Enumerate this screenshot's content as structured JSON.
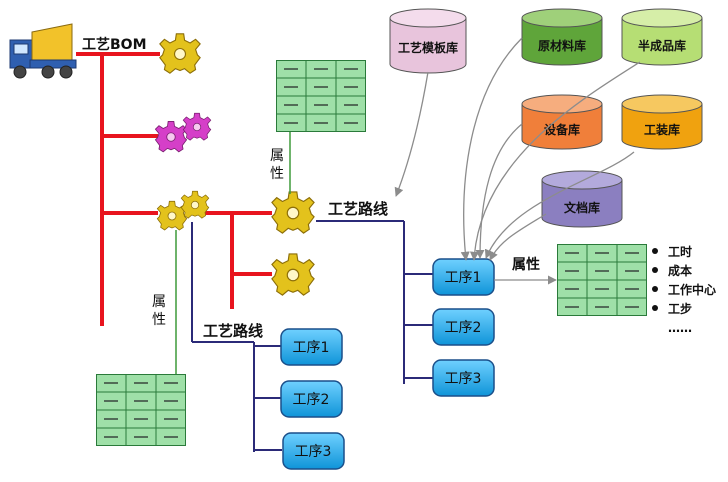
{
  "labels": {
    "bom": "工艺BOM",
    "route_main": "工艺路线",
    "route_sub": "工艺路线",
    "attr_upper": [
      "属",
      "性"
    ],
    "attr_lower": [
      "属",
      "性"
    ],
    "attr_proc": "属性"
  },
  "databases": {
    "template": "工艺模板库",
    "raw": "原材料库",
    "semi": "半成品库",
    "equipment": "设备库",
    "tooling": "工装库",
    "document": "文档库"
  },
  "processes_main": [
    "工序1",
    "工序2",
    "工序3"
  ],
  "processes_sub": [
    "工序1",
    "工序2",
    "工序3"
  ],
  "attributes": [
    "工时",
    "成本",
    "工作中心",
    "工步",
    "……"
  ],
  "colors": {
    "bom_line": "#e8141e",
    "route_line": "#2b2a78",
    "attr_line": "#3f9a3a",
    "process_fill": "#17a6e8",
    "process_stroke": "#1a4f8a",
    "table_fill": "#9fe0a8",
    "table_stroke": "#2a7a3a",
    "gear_yellow": "#e3c21c",
    "gear_pink": "#d53fc8",
    "db_template": "#e8c4dc",
    "db_raw": "#5fa53a",
    "db_semi": "#b6de74",
    "db_equipment": "#f07f3a",
    "db_tooling": "#f0a20f",
    "db_document": "#8b7fc0",
    "arrow_gray": "#8c8c8c"
  },
  "icons": [
    "truck-icon",
    "gear-icon",
    "gears-pink-icon",
    "gear-pair-icon",
    "database-icon",
    "table-icon"
  ]
}
